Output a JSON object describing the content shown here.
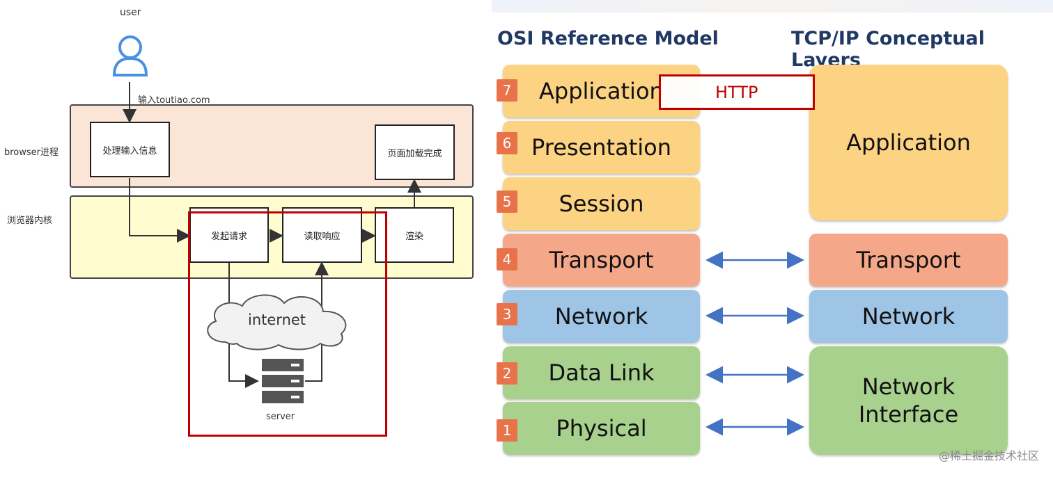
{
  "left_diagram": {
    "user_label": "user",
    "input_label": "输入toutiao.com",
    "browser_process_label": "browser进程",
    "kernel_label": "浏览器内核",
    "nodes": {
      "process_input": "处理输入信息",
      "page_loaded": "页面加载完成",
      "send_request": "发起请求",
      "read_response": "读取响应",
      "render": "渲染"
    },
    "cloud_label": "internet",
    "server_label": "server",
    "colors": {
      "browser_band": "#fbe5d6",
      "kernel_band": "#fffdd0",
      "user_icon": "#4a90e2",
      "highlight_border": "#c00000"
    }
  },
  "osi_panel": {
    "osi_heading": "OSI Reference Model",
    "tcpip_heading": "TCP/IP Conceptual Layers",
    "osi_layers": [
      {
        "num": "7",
        "name": "Application"
      },
      {
        "num": "6",
        "name": "Presentation"
      },
      {
        "num": "5",
        "name": "Session"
      },
      {
        "num": "4",
        "name": "Transport"
      },
      {
        "num": "3",
        "name": "Network"
      },
      {
        "num": "2",
        "name": "Data Link"
      },
      {
        "num": "1",
        "name": "Physical"
      }
    ],
    "tcpip_layers": [
      {
        "name": "Application"
      },
      {
        "name": "Transport"
      },
      {
        "name": "Network"
      },
      {
        "name": "Network Interface"
      }
    ],
    "http_label": "HTTP",
    "colors": {
      "application": "#fcd283",
      "transport": "#f4a889",
      "network": "#9ec4e6",
      "link": "#a9d18e",
      "heading": "#1f3864",
      "arrow": "#4472c4",
      "http_box": "#c00000"
    }
  },
  "watermark": "@稀土掘金技术社区"
}
